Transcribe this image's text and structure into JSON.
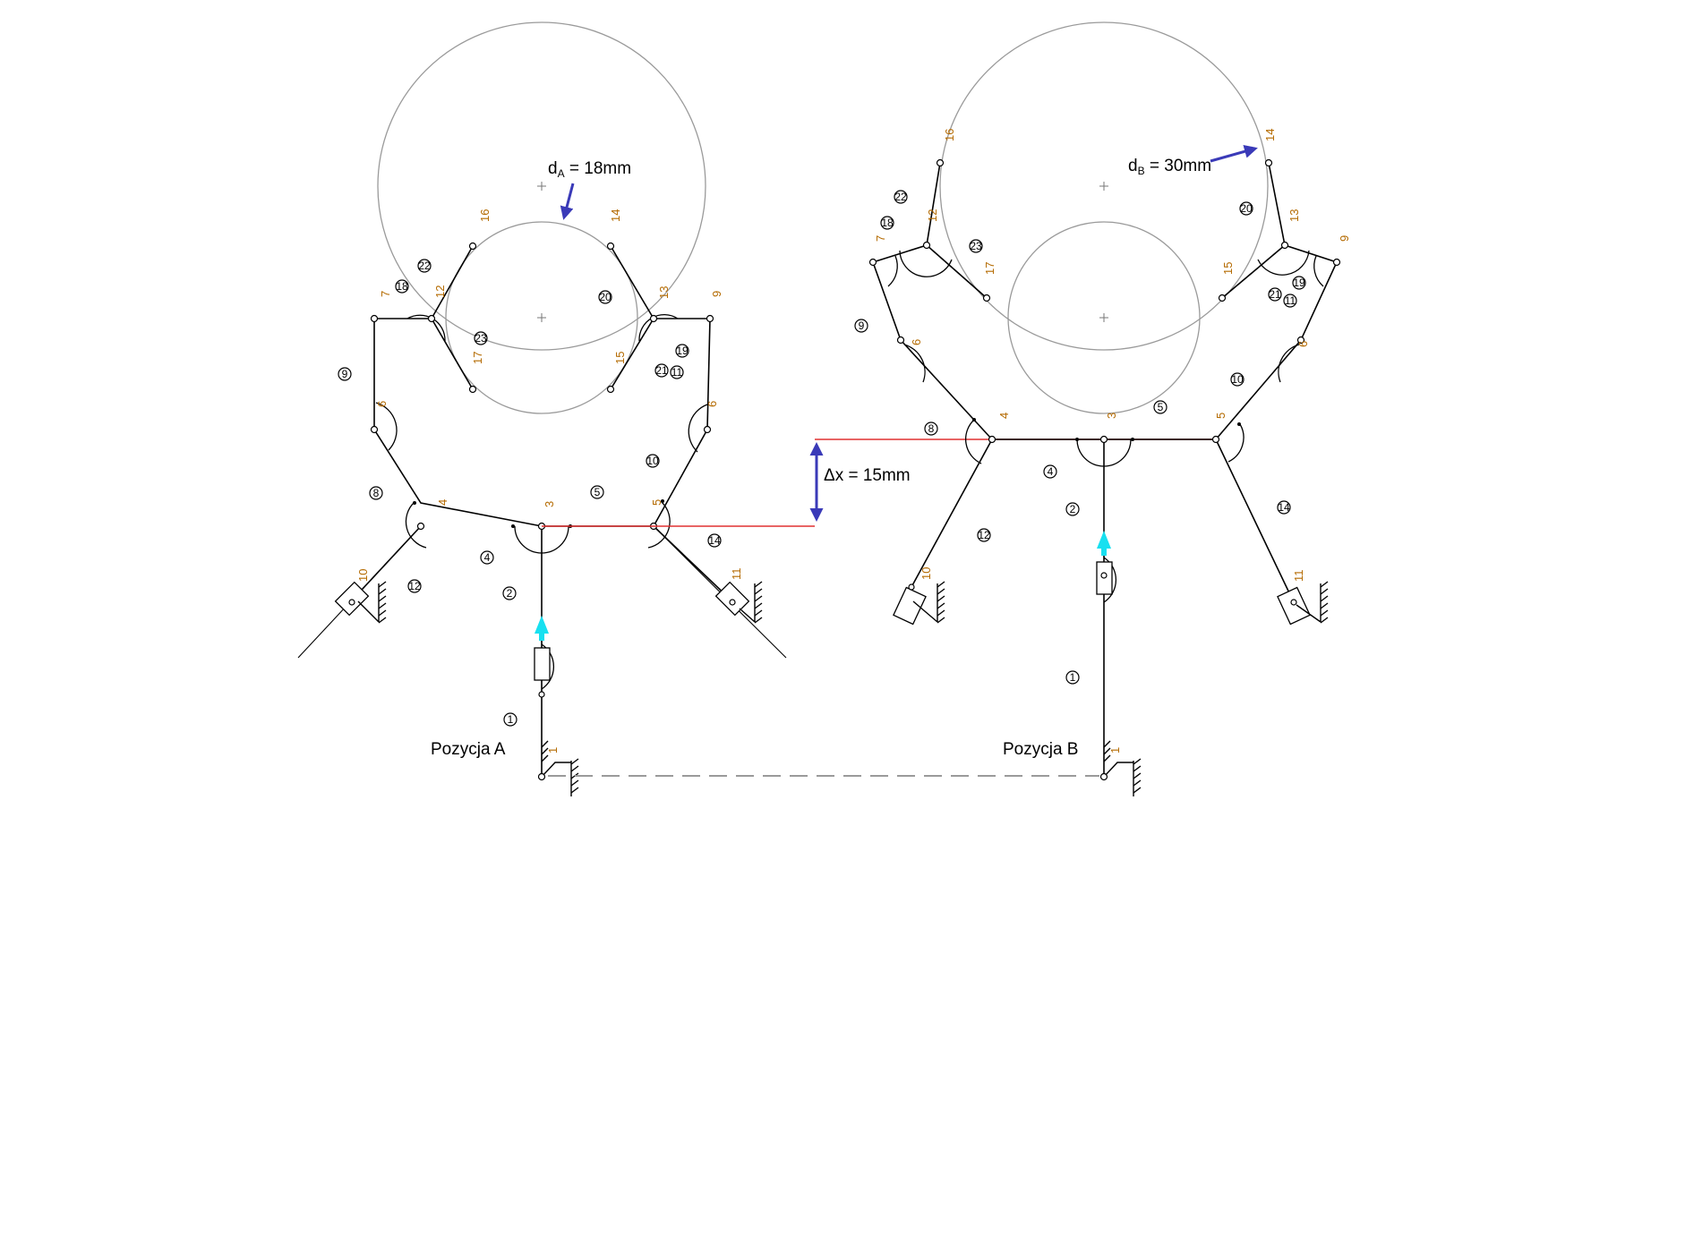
{
  "diagram": {
    "position_a_label": "Pozycja A",
    "position_b_label": "Pozycja B",
    "diameter_a": {
      "symbol": "d",
      "subscript": "A",
      "value_text": " = 18mm"
    },
    "diameter_b": {
      "symbol": "d",
      "subscript": "B",
      "value_text": " = 30mm"
    },
    "delta_x": {
      "text": "Δx = 15mm"
    },
    "joint_numbers": [
      "1",
      "3",
      "4",
      "5",
      "6",
      "7",
      "8",
      "9",
      "10",
      "11",
      "12",
      "13",
      "14",
      "15",
      "16",
      "17"
    ],
    "link_numbers": [
      "1",
      "2",
      "4",
      "5",
      "8",
      "9",
      "10",
      "11",
      "12",
      "14",
      "18",
      "19",
      "20",
      "21",
      "22",
      "23"
    ]
  },
  "colors": {
    "joint_label": "#b46a00",
    "guide_line": "#e03030",
    "dimension_arrow": "#3a3ab8",
    "actuator_arrow": "#18e0f0",
    "circle": "#9a9a9a"
  }
}
